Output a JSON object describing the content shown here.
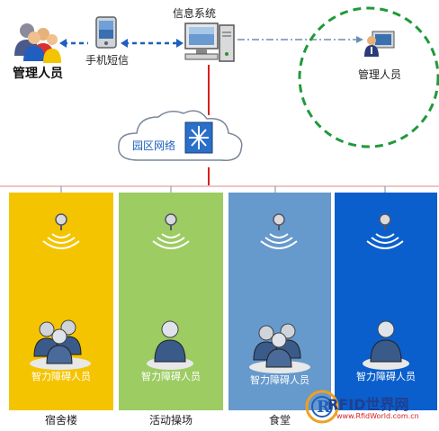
{
  "top": {
    "system_label": "信息系统",
    "sms_label": "手机短信",
    "admin_left_label": "管理人员",
    "admin_right_label": "管理人员",
    "network_label": "园区网络"
  },
  "zones": [
    {
      "name": "宿舍楼",
      "people_label": "智力障碍人员",
      "color": "#f5c400"
    },
    {
      "name": "活动操场",
      "people_label": "智力障碍人员",
      "color": "#9ccc62"
    },
    {
      "name": "食堂",
      "people_label": "智力障碍人员",
      "color": "#6699cc"
    },
    {
      "name": "",
      "people_label": "智力障碍人员",
      "color": "#0a5fcc"
    }
  ],
  "watermark": {
    "brand": "RFID世界网",
    "url": "www.RfidWorld.com.cn"
  },
  "colors": {
    "dashed_blue": "#1f5fbf",
    "dashed_gray": "#6a8fb5",
    "green_circle": "#1f9a3a",
    "red_line": "#d62020",
    "pink_line": "#e8b0b0"
  }
}
